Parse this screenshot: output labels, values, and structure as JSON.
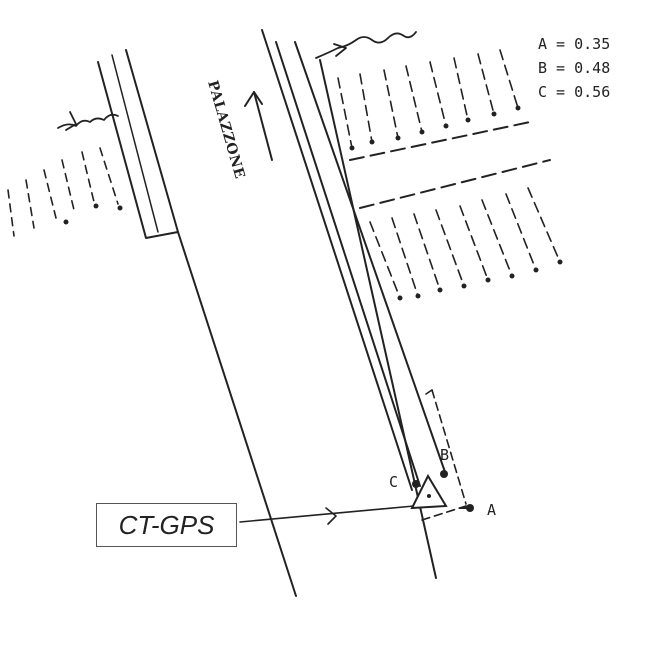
{
  "legend": [
    {
      "key": "A",
      "value": "0.35"
    },
    {
      "key": "B",
      "value": "0.48"
    },
    {
      "key": "C",
      "value": "0.56"
    }
  ],
  "street_name": "PALAZZONE",
  "point_labels": {
    "a": "A",
    "b": "B",
    "c": "C"
  },
  "station_label": "CT-GPS"
}
